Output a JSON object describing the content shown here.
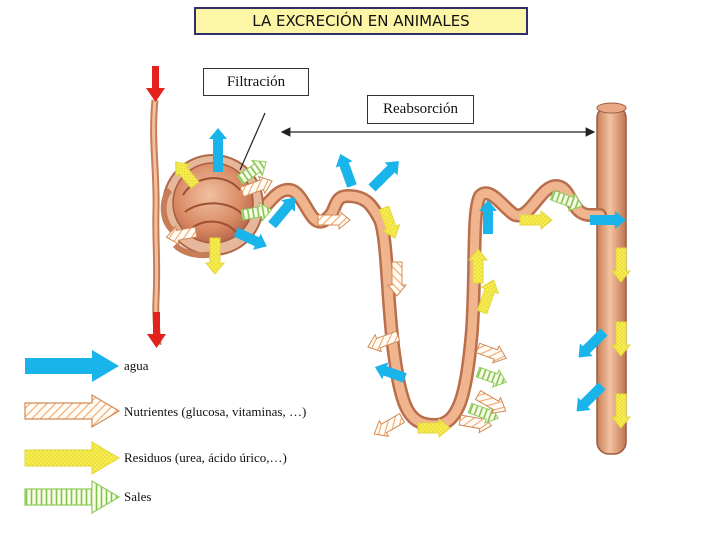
{
  "title": "LA EXCRECIÓN EN ANIMALES",
  "labels": {
    "filtration": "Filtración",
    "reabsorption": "Reabsorción"
  },
  "legend": [
    {
      "label": "agua",
      "pattern": "solid-blue"
    },
    {
      "label": "Nutrientes (glucosa, vitaminas, …)",
      "pattern": "hatched-orange"
    },
    {
      "label": "Residuos (urea, ácido úrico,…)",
      "pattern": "dotted-yellow"
    },
    {
      "label": "Sales",
      "pattern": "striped-green"
    }
  ],
  "colors": {
    "water": "#19b4ea",
    "nutrients": "#f3a46b",
    "waste": "#f4e93e",
    "salts": "#7ec34d",
    "tubule": "#e7a67c",
    "blood_arrow": "#e4211c",
    "title_bg": "#fcf6a6"
  }
}
